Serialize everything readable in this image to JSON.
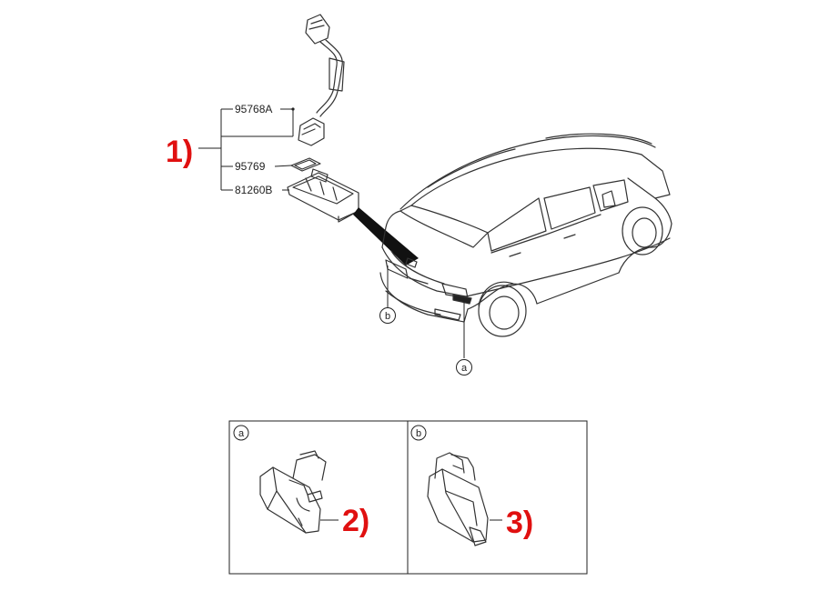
{
  "parts": {
    "part1": "95768A",
    "part2": "95769",
    "part3": "81260B"
  },
  "callouts": {
    "one": "1)",
    "two": "2)",
    "three": "3)"
  },
  "markers": {
    "a": "a",
    "b": "b"
  },
  "colors": {
    "callout": "#e01010",
    "line": "#222222"
  }
}
